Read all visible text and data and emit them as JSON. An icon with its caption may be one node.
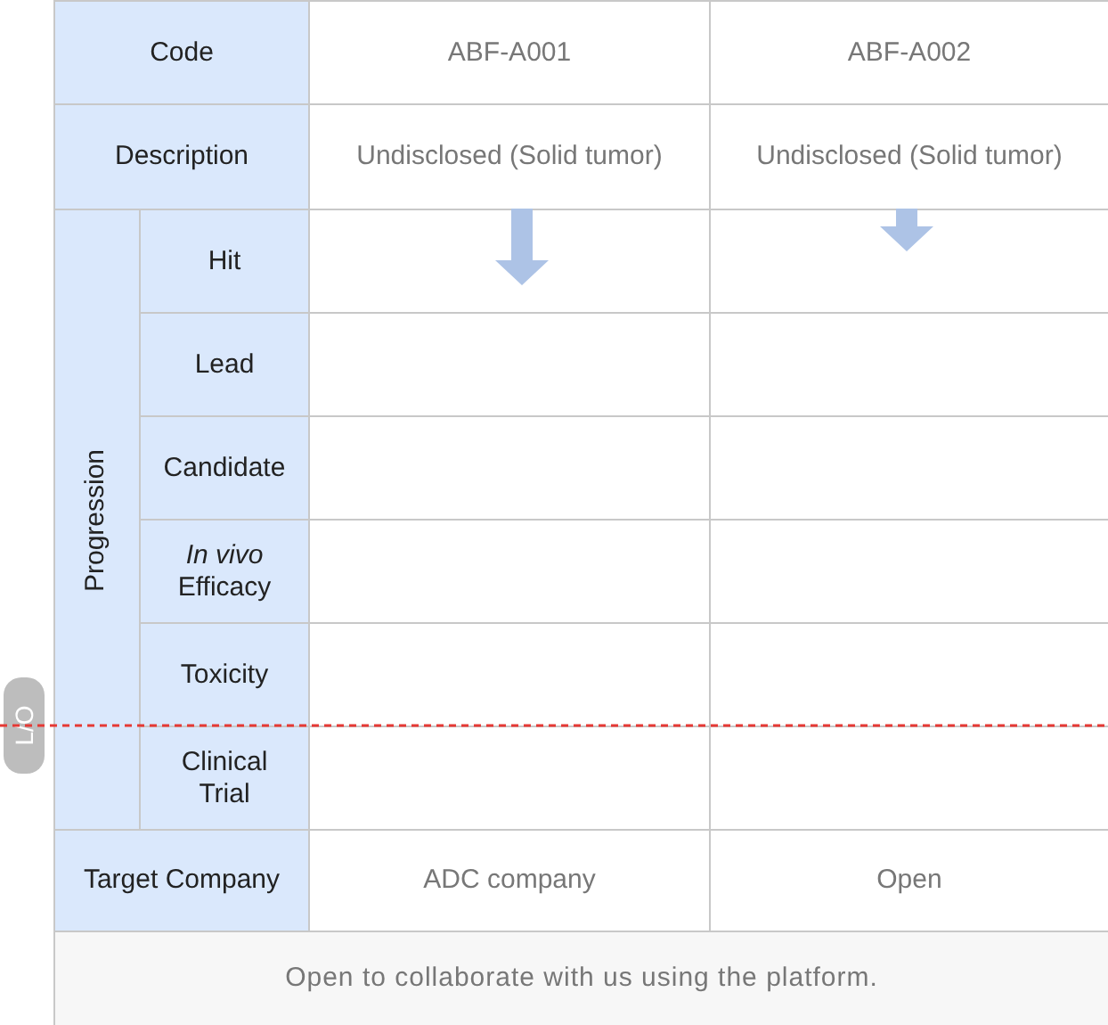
{
  "diagram": {
    "labels": [
      "Code",
      "ABF-A001",
      "ABF-A002",
      "Description",
      "Undisclosed (Solid tumor)",
      "Undisclosed (Solid tumor)",
      "Progression",
      "Hit",
      "Lead",
      "Candidate",
      "*In vivo* Efficacy",
      "Toxicity",
      "L/O",
      "Clinical Trial",
      "Target Company",
      "ADC company",
      "Open",
      "Open to collaborate with us using the platform."
    ]
  }
}
